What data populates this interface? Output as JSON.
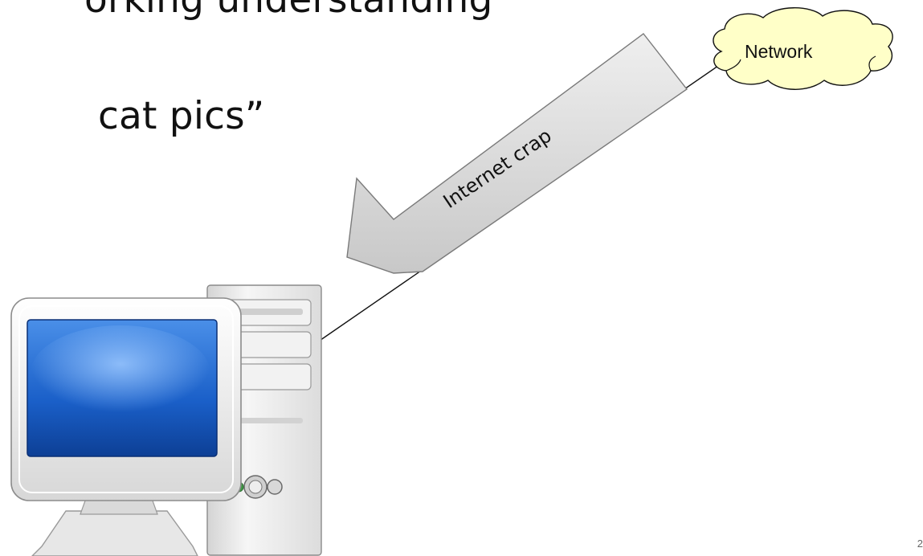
{
  "slide": {
    "line1": "orking understanding",
    "line2": "cat pics”",
    "page_number": "2"
  },
  "diagram": {
    "network_label": "Network",
    "arrow_label": "Internet crap",
    "icons": {
      "cloud": "cloud-icon",
      "computer": "desktop-computer-icon"
    },
    "colors": {
      "cloud_fill": "#ffffc8",
      "arrow_fill": "#d6d6d6",
      "monitor_screen": "#1a5fc8",
      "tower_fill": "#ececec"
    }
  }
}
